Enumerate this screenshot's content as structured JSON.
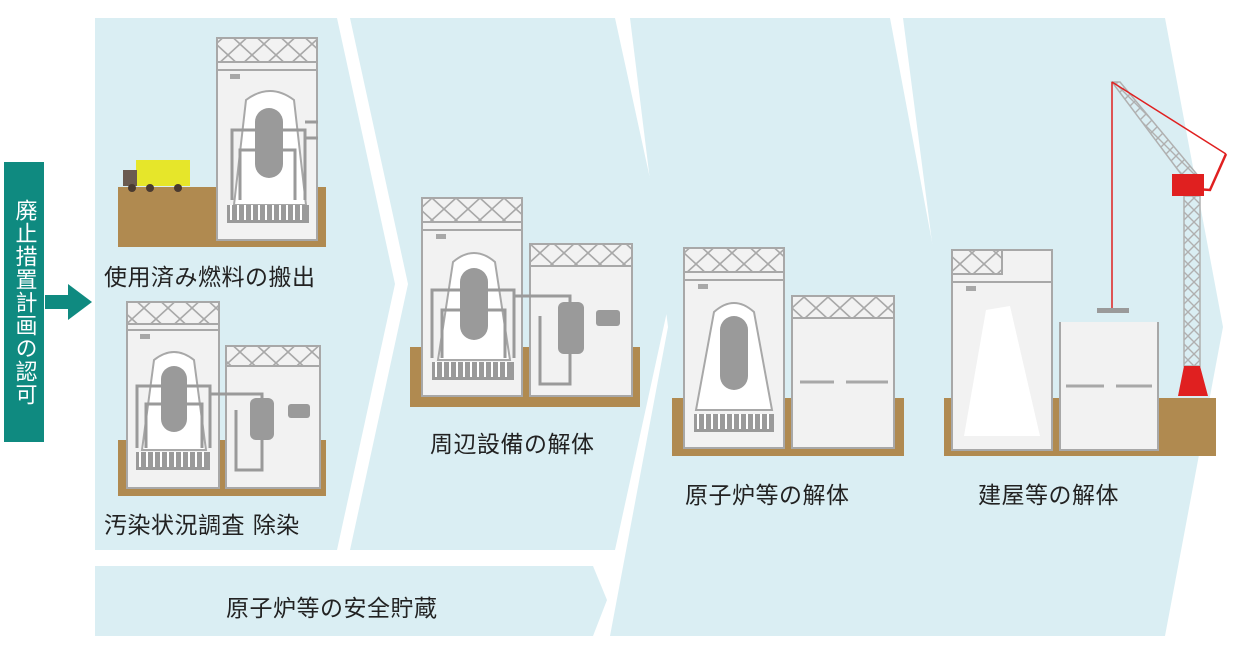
{
  "start_label": "廃止措置計画の認可",
  "stages": {
    "fuel_removal": "使用済み燃料の搬出",
    "decontamination": "汚染状況調査 除染",
    "peripheral_dismantling": "周辺設備の解体",
    "reactor_dismantling": "原子炉等の解体",
    "building_dismantling": "建屋等の解体"
  },
  "safe_storage": "原子炉等の安全貯蔵",
  "colors": {
    "band": "#daeef3",
    "ground": "#b08a50",
    "building": "#f2f2f2",
    "outline": "#a8a8a8",
    "reactor": "#9a9a9a",
    "arrow": "#0f8a80",
    "truck": "#e6e62a",
    "crane_red": "#e02020"
  },
  "icons": [
    "right-arrow-icon",
    "truck-icon",
    "crane-icon"
  ]
}
